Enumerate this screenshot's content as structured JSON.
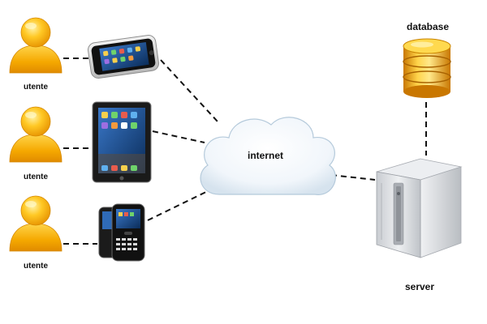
{
  "labels": {
    "user_1": "utente",
    "user_2": "utente",
    "user_3": "utente",
    "cloud": "internet",
    "database": "database",
    "server": "server"
  },
  "icons": {
    "user": "user-icon",
    "smartphone": "smartphone-icon",
    "tablet": "tablet-icon",
    "blackberry": "blackberry-phones-icon",
    "cloud": "cloud-icon",
    "database": "database-icon",
    "server": "server-icon"
  },
  "colors": {
    "user_primary": "#f5a800",
    "user_highlight": "#ffe27a",
    "database_gold": "#f1b21c",
    "database_dark": "#c87800",
    "cloud_fill": "#eef5fb",
    "cloud_edge": "#aac4d8",
    "server_body": "#d6d9dd",
    "connector": "#111111"
  }
}
